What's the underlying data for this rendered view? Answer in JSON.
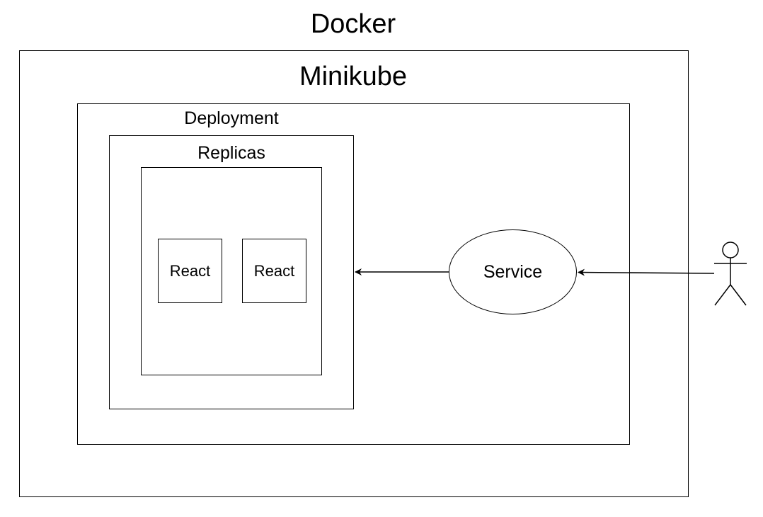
{
  "diagram": {
    "docker_label": "Docker",
    "minikube_label": "Minikube",
    "deployment_label": "Deployment",
    "replicas_label": "Replicas",
    "pods": [
      {
        "label": "React"
      },
      {
        "label": "React"
      }
    ],
    "service_label": "Service",
    "actor_icon": "user-icon",
    "edges": [
      {
        "from": "user",
        "to": "service"
      },
      {
        "from": "service",
        "to": "replicas"
      }
    ]
  }
}
